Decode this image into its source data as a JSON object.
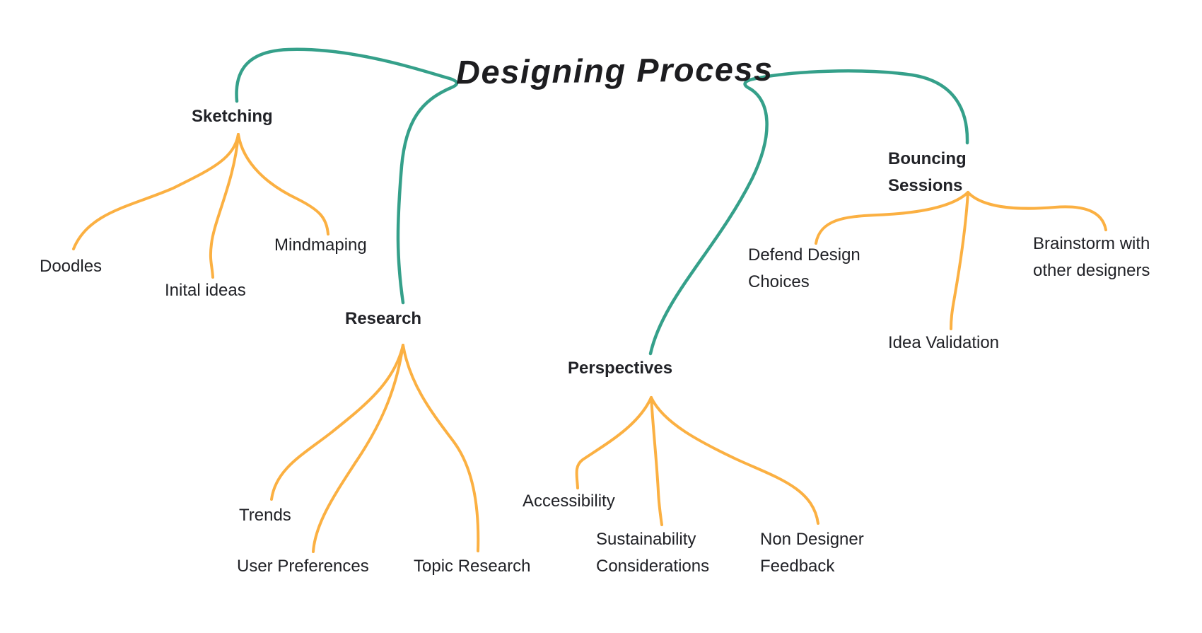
{
  "colors": {
    "primary_branch": "#35A08A",
    "secondary_branch": "#FBB042",
    "text": "#212227",
    "background": "#FFFFFF"
  },
  "mindmap": {
    "title": "Designing Process",
    "branches": [
      {
        "label": "Sketching",
        "children": [
          "Doodles",
          "Inital ideas",
          "Mindmaping"
        ]
      },
      {
        "label": "Research",
        "children": [
          "Trends",
          "User Preferences",
          "Topic Research"
        ]
      },
      {
        "label": "Perspectives",
        "children": [
          "Accessibility",
          "Sustainability Considerations",
          "Non Designer Feedback"
        ]
      },
      {
        "label": "Bouncing Sessions",
        "children": [
          "Defend Design Choices",
          "Idea Validation",
          "Brainstorm with other designers"
        ]
      }
    ]
  }
}
